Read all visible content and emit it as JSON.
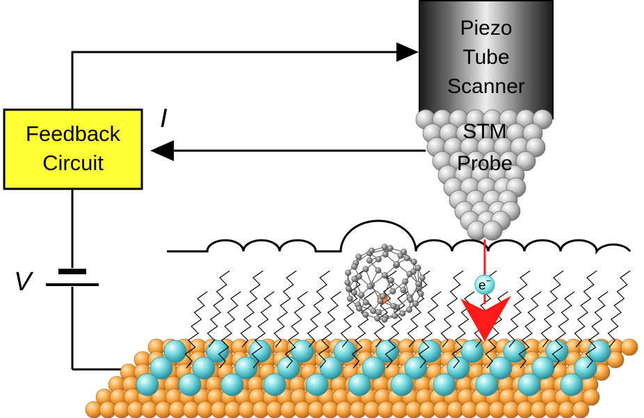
{
  "labels": {
    "scanner": [
      "Piezo",
      "Tube",
      "Scanner"
    ],
    "probe": [
      "STM",
      "Probe"
    ],
    "feedback": [
      "Feedback",
      "Circuit"
    ],
    "current": "I",
    "voltage": "V",
    "electron": "e",
    "electron_sup": "−"
  },
  "colors": {
    "feedback_box": "#ffff33",
    "gold_atom": "#f5a23c",
    "cyan_atom": "#6fd6dc",
    "probe_atom": "#c9c9c9",
    "tunnel_arrow": "#ff1a1a",
    "fullerene_atom": "#6e6e6e",
    "encapsulated_atom": "#ff7a2a"
  },
  "icons": {
    "scanner": "piezo-tube-icon",
    "probe": "stm-tip-icon",
    "battery": "battery-icon",
    "fullerene": "fullerene-icon",
    "substrate": "atomic-lattice-icon"
  }
}
